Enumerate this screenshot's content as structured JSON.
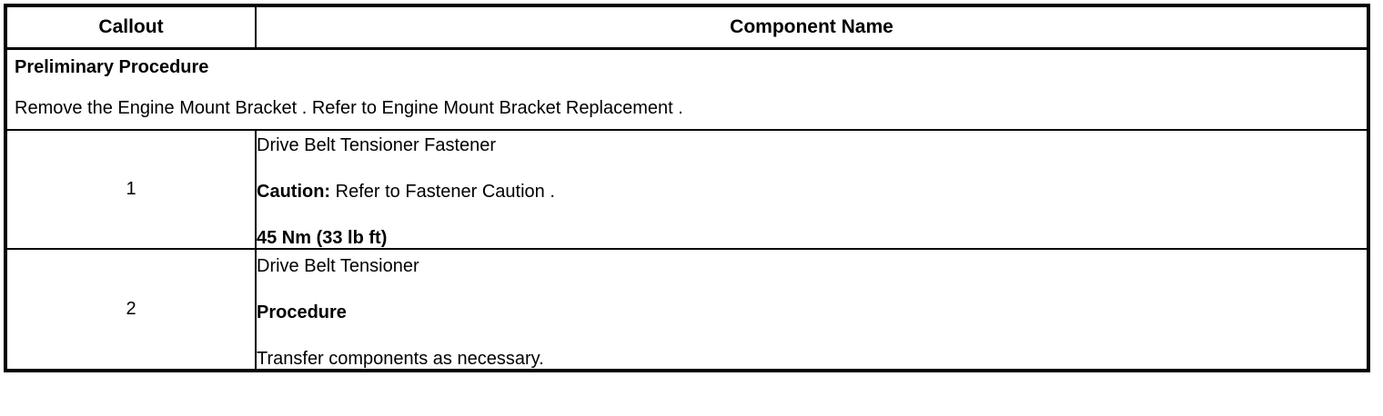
{
  "table": {
    "headers": {
      "callout": "Callout",
      "component_name": "Component Name"
    },
    "preliminary": {
      "title": "Preliminary Procedure",
      "text": "Remove the Engine Mount Bracket . Refer to Engine Mount Bracket Replacement ."
    },
    "rows": [
      {
        "callout": "1",
        "lines": [
          {
            "text": "Drive Belt Tensioner Fastener",
            "style": "normal"
          },
          {
            "lead": "Caution:",
            "text": " Refer to Fastener Caution .",
            "style": "lead-bold"
          },
          {
            "text": "45 Nm (33 lb ft)",
            "style": "bold"
          }
        ]
      },
      {
        "callout": "2",
        "lines": [
          {
            "text": "Drive Belt Tensioner",
            "style": "normal"
          },
          {
            "text": "Procedure",
            "style": "bold"
          },
          {
            "text": "Transfer components as necessary.",
            "style": "normal"
          }
        ]
      }
    ]
  },
  "colors": {
    "border": "#000000",
    "text": "#000000",
    "background": "#ffffff"
  }
}
